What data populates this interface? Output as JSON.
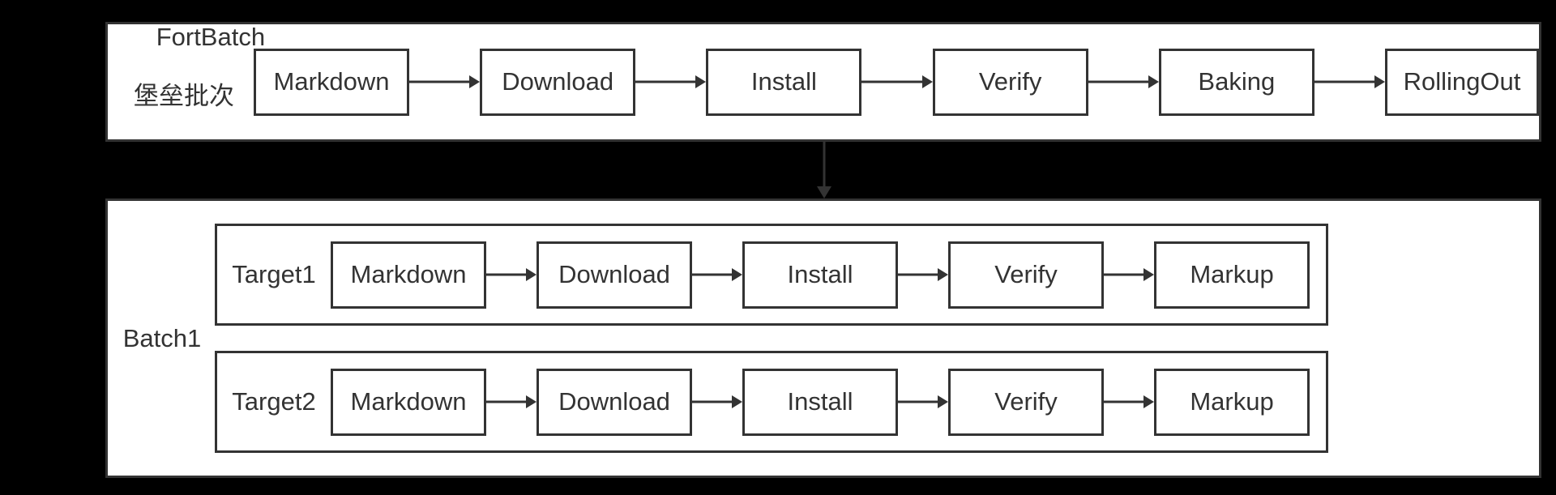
{
  "diagram": {
    "type": "flowchart",
    "title_present": false,
    "colors": {
      "page_background": "#000000",
      "container_fill": "#ffffff",
      "stroke": "#333333",
      "text": "#333333"
    },
    "fort_batch": {
      "label_en": "FortBatch",
      "label_cn": "堡垒批次",
      "stages": [
        {
          "id": "markdown",
          "label": "Markdown"
        },
        {
          "id": "download",
          "label": "Download"
        },
        {
          "id": "install",
          "label": "Install"
        },
        {
          "id": "verify",
          "label": "Verify"
        },
        {
          "id": "baking",
          "label": "Baking"
        },
        {
          "id": "rollingout",
          "label": "RollingOut"
        }
      ]
    },
    "connector": {
      "direction": "down",
      "from": "fort-batch-container",
      "to": "batch1-container"
    },
    "batch": {
      "label": "Batch1",
      "targets": [
        {
          "id": "target1",
          "label": "Target1",
          "stages": [
            {
              "id": "markdown",
              "label": "Markdown"
            },
            {
              "id": "download",
              "label": "Download"
            },
            {
              "id": "install",
              "label": "Install"
            },
            {
              "id": "verify",
              "label": "Verify"
            },
            {
              "id": "markup",
              "label": "Markup"
            }
          ]
        },
        {
          "id": "target2",
          "label": "Target2",
          "stages": [
            {
              "id": "markdown",
              "label": "Markdown"
            },
            {
              "id": "download",
              "label": "Download"
            },
            {
              "id": "install",
              "label": "Install"
            },
            {
              "id": "verify",
              "label": "Verify"
            },
            {
              "id": "markup",
              "label": "Markup"
            }
          ]
        }
      ]
    }
  }
}
